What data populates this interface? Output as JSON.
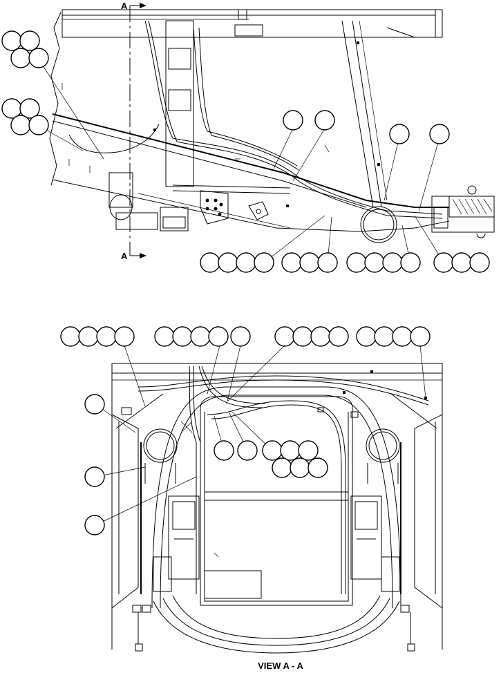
{
  "section_marker": {
    "top": "A",
    "bottom": "A"
  },
  "view_caption": "VIEW A - A"
}
